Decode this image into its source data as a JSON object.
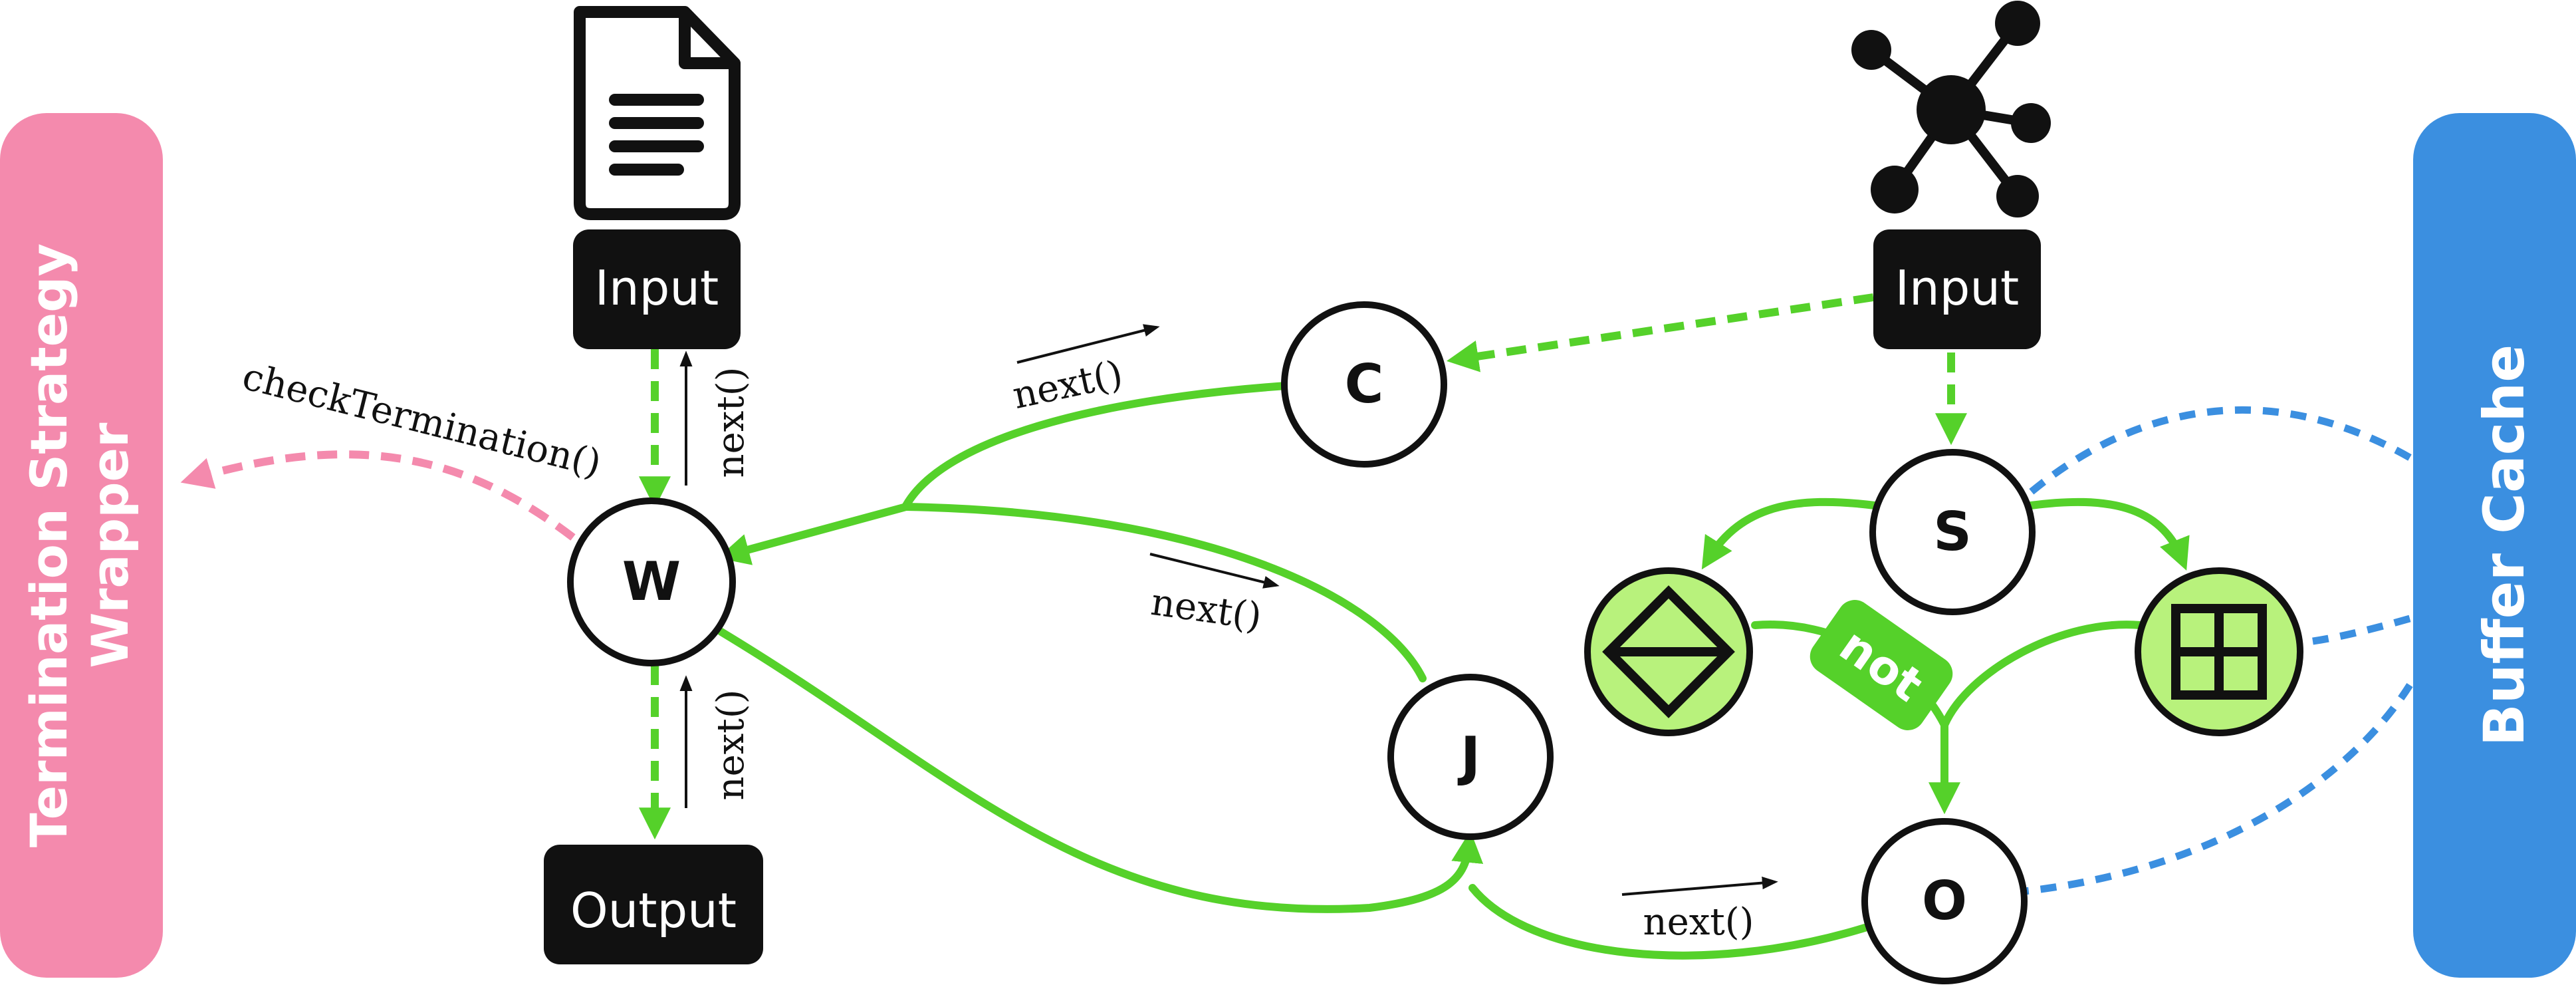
{
  "colors": {
    "flow_green": "#55d12a",
    "cache_blue": "#3b8fe0",
    "termination_pink": "#f48aad",
    "node_fill_green": "#b8f27c",
    "black": "#111111"
  },
  "left_panel": {
    "line1": "Termination Strategy",
    "line2": "Wrapper"
  },
  "right_panel": {
    "label": "Buffer Cache"
  },
  "inputs": {
    "file_input": "Input",
    "graph_input": "Input"
  },
  "output": {
    "label": "Output"
  },
  "icons": {
    "file": "document-icon",
    "graph": "graph-network-icon",
    "filter_a": "diamond-split-icon",
    "filter_b": "grid-icon"
  },
  "nodes": {
    "w": "W",
    "c": "C",
    "j": "J",
    "s": "S",
    "o": "O",
    "not": "not"
  },
  "calls": {
    "check_termination": "checkTermination()",
    "next_input": "next()",
    "next_output": "next()",
    "next_c": "next()",
    "next_j": "next()",
    "next_o": "next()"
  }
}
